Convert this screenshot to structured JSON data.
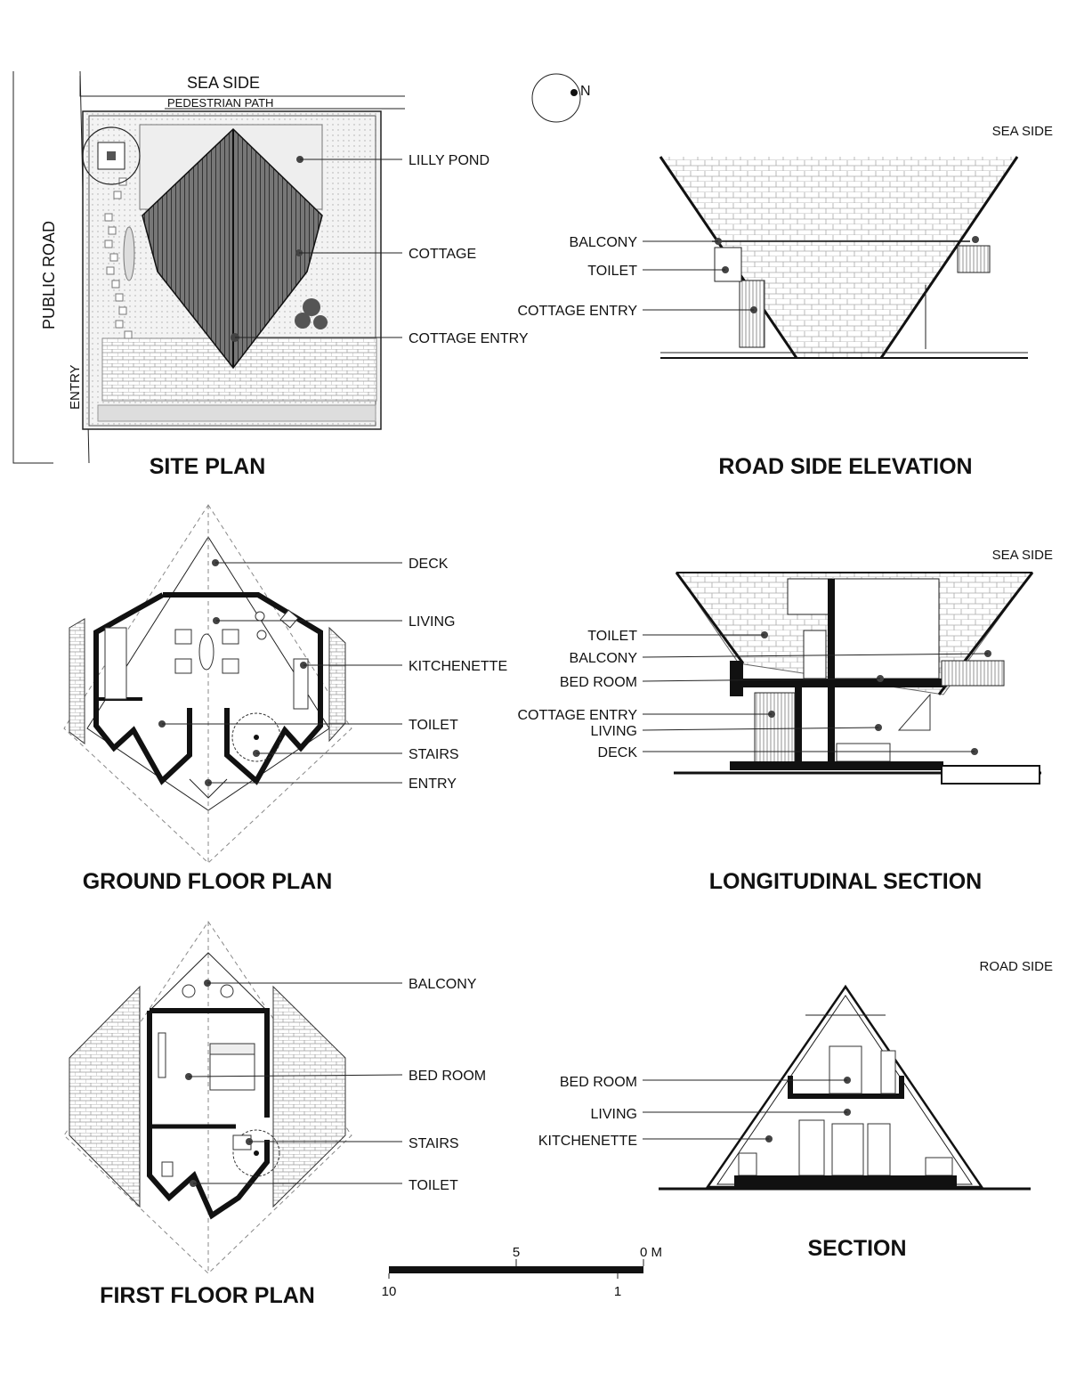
{
  "site_plan": {
    "title": "SITE PLAN",
    "sea_side": "SEA SIDE",
    "pedestrian_path": "PEDESTRIAN PATH",
    "public_road": "PUBLIC ROAD",
    "entry": "ENTRY",
    "north": "N",
    "labels": [
      "LILLY POND",
      "COTTAGE",
      "COTTAGE ENTRY"
    ]
  },
  "road_side_elevation": {
    "title": "ROAD SIDE ELEVATION",
    "side": "SEA SIDE",
    "labels": [
      "BALCONY",
      "TOILET",
      "COTTAGE ENTRY"
    ]
  },
  "ground_floor_plan": {
    "title": "GROUND FLOOR PLAN",
    "labels": [
      "DECK",
      "LIVING",
      "KITCHENETTE",
      "TOILET",
      "STAIRS",
      "ENTRY"
    ]
  },
  "longitudinal_section": {
    "title": "LONGITUDINAL SECTION",
    "side": "SEA SIDE",
    "labels": [
      "TOILET",
      "BALCONY",
      "BED ROOM",
      "COTTAGE ENTRY",
      "LIVING",
      "DECK"
    ]
  },
  "first_floor_plan": {
    "title": "FIRST FLOOR PLAN",
    "labels": [
      "BALCONY",
      "BED ROOM",
      "STAIRS",
      "TOILET"
    ]
  },
  "section": {
    "title": "SECTION",
    "side": "ROAD SIDE",
    "labels": [
      "BED ROOM",
      "LIVING",
      "KITCHENETTE"
    ]
  },
  "scale_bar": {
    "top_labels": [
      "5",
      "0 M"
    ],
    "bottom_labels": [
      "10",
      "1"
    ]
  }
}
